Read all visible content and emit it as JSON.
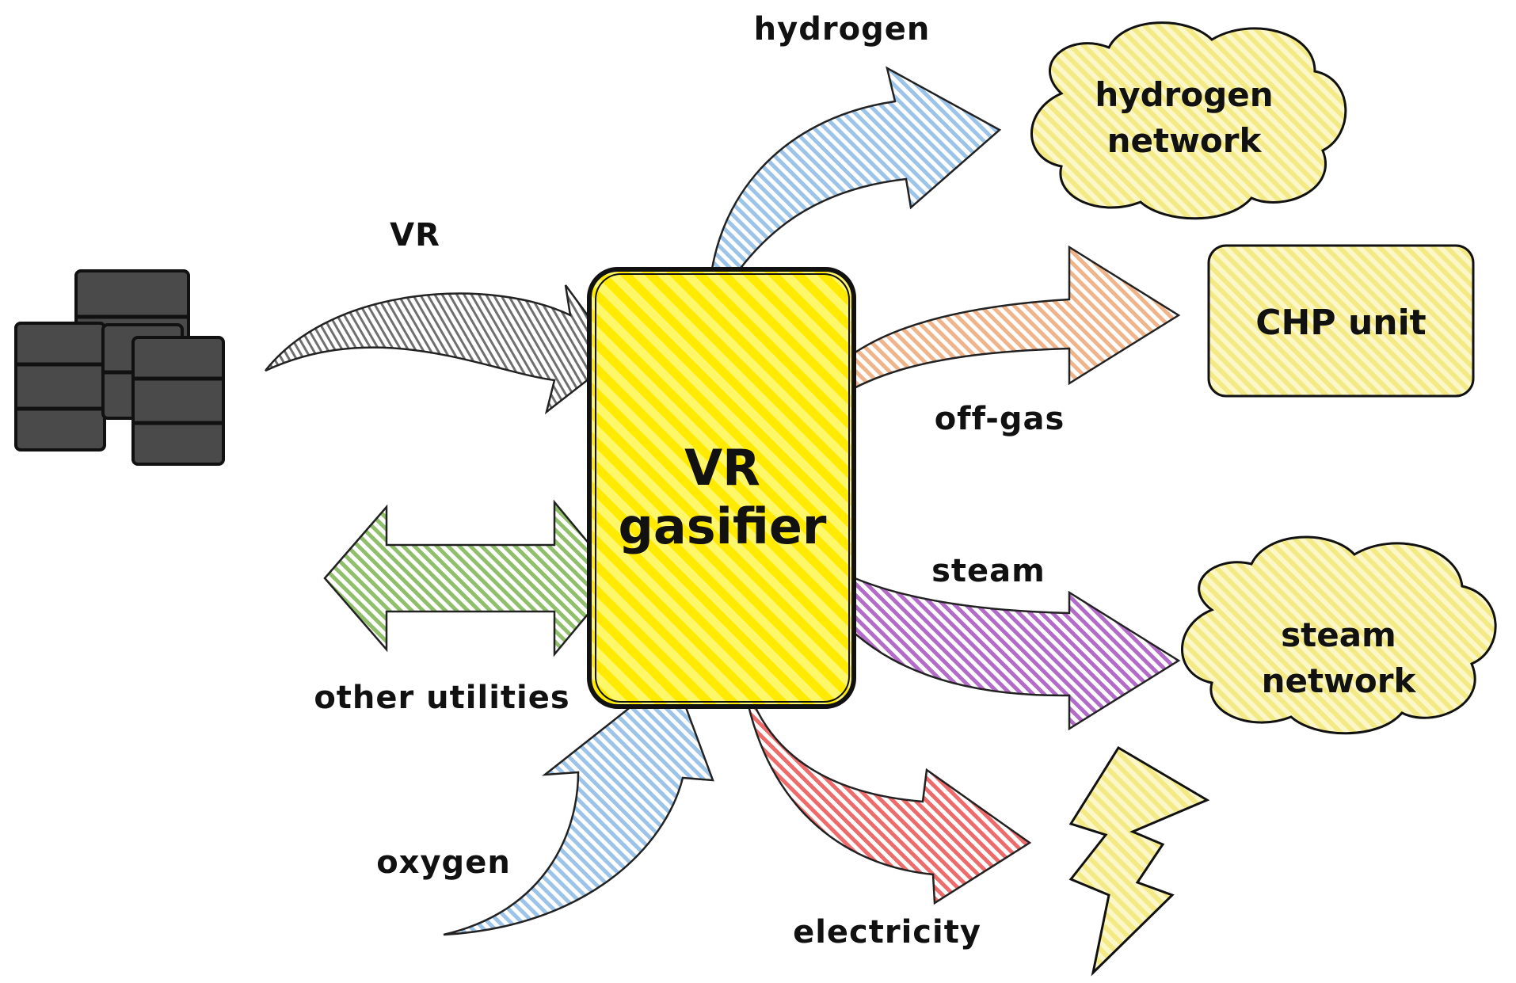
{
  "center": {
    "line1": "VR",
    "line2": "gasifier"
  },
  "inputs": {
    "vr": "VR",
    "oxygen": "oxygen",
    "other_utilities": "other utilities"
  },
  "outputs": {
    "hydrogen": "hydrogen",
    "off_gas": "off-gas",
    "steam": "steam",
    "electricity": "electricity"
  },
  "destinations": {
    "hydrogen_network": {
      "line1": "hydrogen",
      "line2": "network"
    },
    "chp_unit": "CHP unit",
    "steam_network": {
      "line1": "steam",
      "line2": "network"
    }
  },
  "icons": {
    "source": "oil-barrels-icon",
    "power": "lightning-bolt-icon"
  },
  "colors": {
    "gasifier_fill": "#ffee00",
    "hydrogen_arrow": "#9cc3e8",
    "offgas_arrow": "#f0b48a",
    "steam_arrow": "#b36bc9",
    "electricity_arrow": "#ee6b6b",
    "utilities_arrow": "#8fbf6a",
    "oxygen_arrow": "#9cc3e8",
    "vr_arrow": "#9a9a9a",
    "destination_fill": "#f7f1a6",
    "barrel": "#4a4a4a"
  }
}
